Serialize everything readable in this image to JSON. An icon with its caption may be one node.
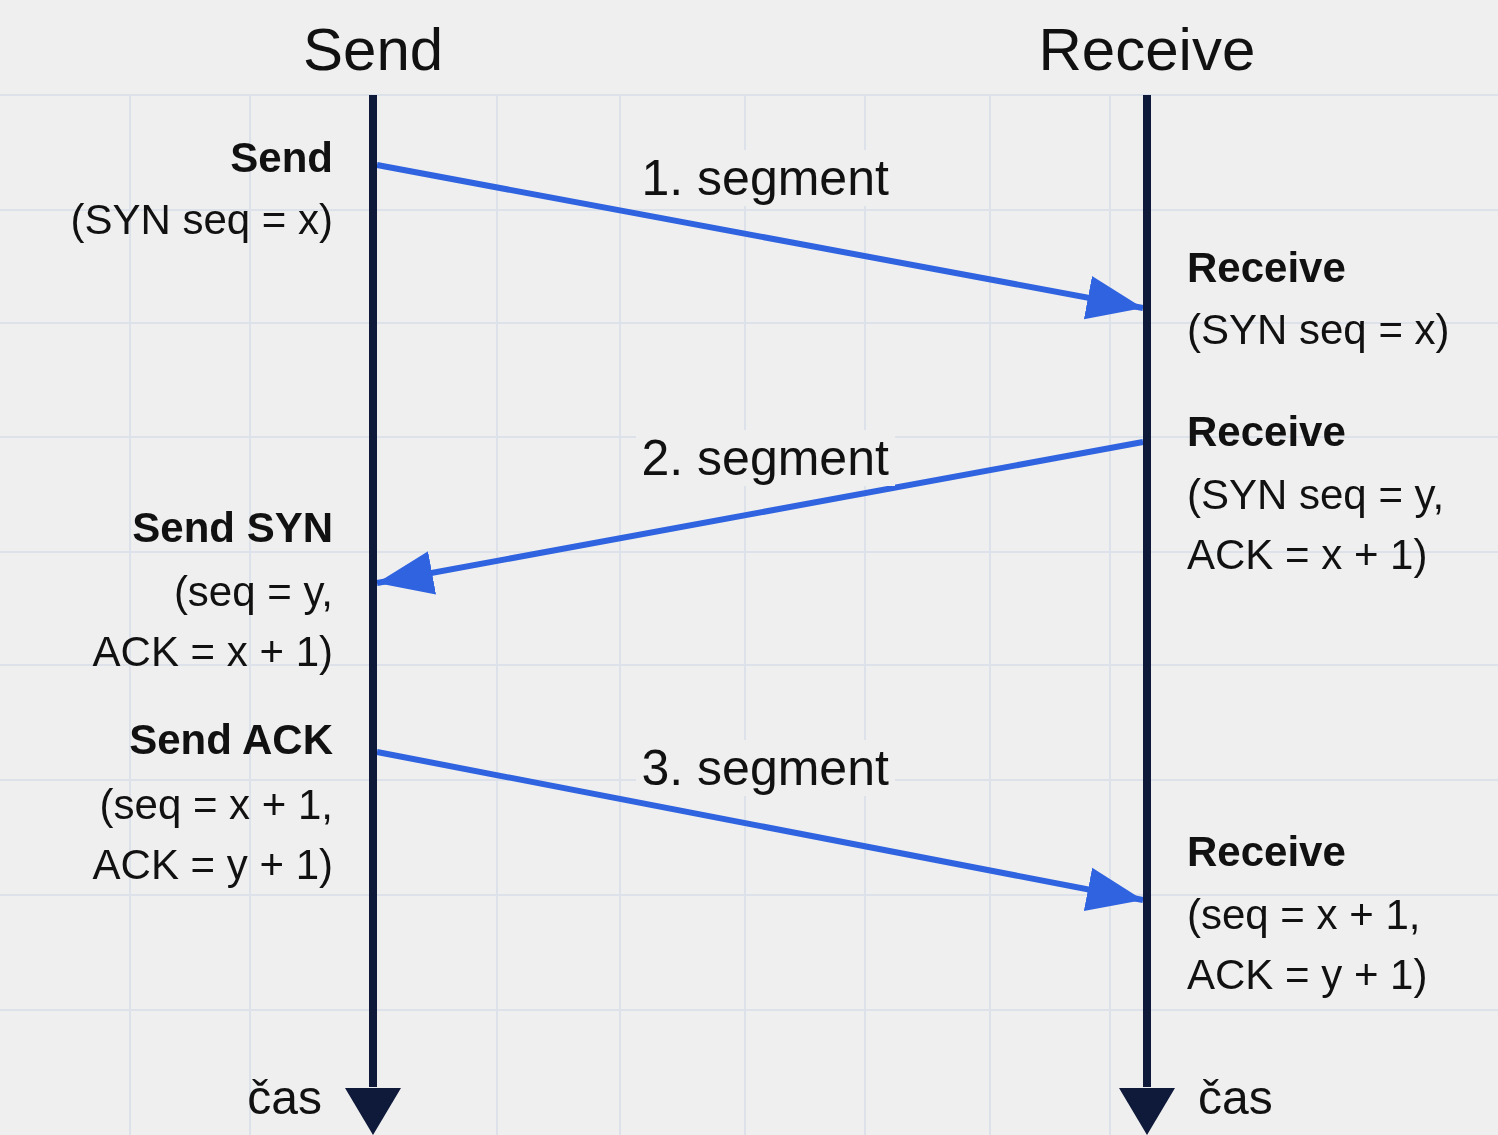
{
  "diagram": {
    "nodes": [
      {
        "text": [],
        "shape": "bar",
        "beside": [
          "Send"
        ]
      },
      {
        "text": [],
        "shape": "bar",
        "beside": [
          "Receive"
        ]
      }
    ],
    "edges": [
      {
        "from": 0,
        "to": 1,
        "arrow": "to",
        "label": "1. segment"
      },
      {
        "from": 1,
        "to": 0,
        "arrow": "to",
        "label": "2. segment"
      },
      {
        "from": 0,
        "to": 1,
        "arrow": "to",
        "label": "3. segment"
      }
    ],
    "labels": [
      "Send",
      "(SYN seq = x)",
      "Receive",
      "(SYN seq = x)",
      "Receive",
      "(SYN seq = y, ACK = x + 1)",
      "Send SYN",
      "(seq = y, ACK = x + 1)",
      "Send ACK",
      "(seq = x + 1, ACK = y + 1)",
      "Receive",
      "(seq = x + 1, ACK = y + 1)",
      "čas",
      "čas"
    ]
  }
}
